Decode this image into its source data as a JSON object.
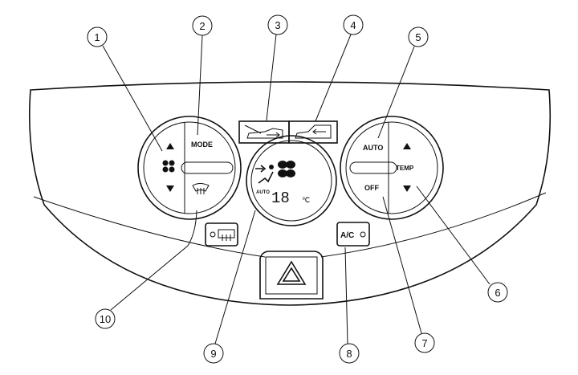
{
  "callouts": [
    "1",
    "2",
    "3",
    "4",
    "5",
    "6",
    "7",
    "8",
    "9",
    "10"
  ],
  "left_knob": {
    "mode_label": "MODE"
  },
  "right_knob": {
    "auto_label": "AUTO",
    "off_label": "OFF",
    "temp_label": "TEMP"
  },
  "display": {
    "auto_label": "AUTO",
    "temperature": "18",
    "unit": "℃"
  },
  "ac_button": {
    "label": "A/C"
  },
  "icons": [
    "fan-icon",
    "windshield-defrost-icon",
    "rear-defrost-icon",
    "recirculation-icon",
    "fresh-air-icon",
    "hazard-icon",
    "airflow-mode-icon"
  ],
  "colors": {
    "line": "#111111",
    "background": "#ffffff"
  }
}
